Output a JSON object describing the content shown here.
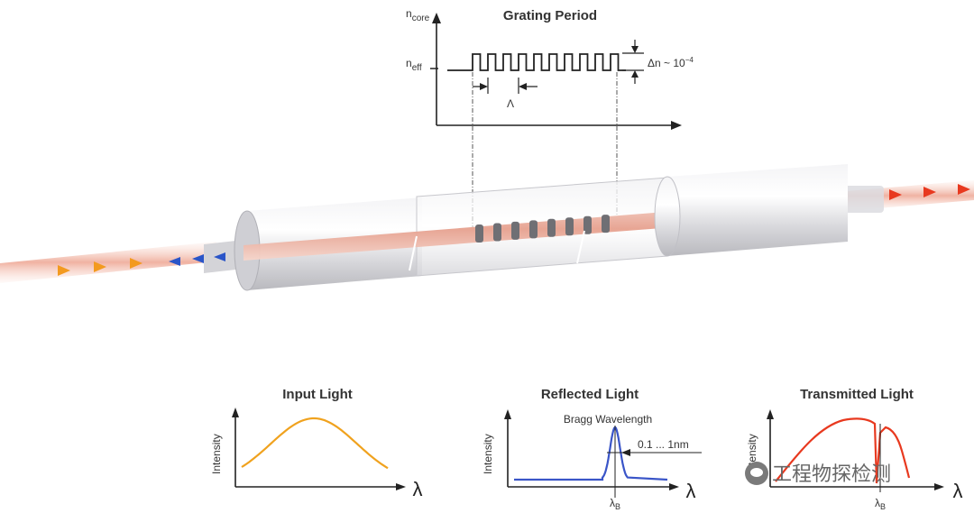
{
  "top_diagram": {
    "title": "Grating Period",
    "n_core_label": "n",
    "n_core_sub": "core",
    "n_eff_label": "n",
    "n_eff_sub": "eff",
    "delta_n_label": "Δn ~ 10",
    "delta_n_exp": "−4",
    "period_symbol": "Λ"
  },
  "fiber": {
    "core_color": "#e8a898",
    "cladding_color": "#d9d9de",
    "input_arrow_color": "#f39a1f",
    "reflected_arrow_color": "#2a55c8",
    "transmitted_arrow_color": "#e8391f"
  },
  "spectra": {
    "input": {
      "title": "Input Light",
      "ylabel": "Intensity",
      "xlabel": "λ",
      "color": "#f0a21e"
    },
    "reflected": {
      "title": "Reflected Light",
      "ylabel": "Intensity",
      "xlabel": "λ",
      "peak_label": "Bragg Wavelength",
      "bandwidth_label": "0.1 ... 1nm",
      "tick_label": "λ",
      "tick_sub": "B",
      "color": "#3a55c8"
    },
    "transmitted": {
      "title": "Transmitted Light",
      "ylabel": "Intensity",
      "xlabel": "λ",
      "tick_label": "λ",
      "tick_sub": "B",
      "color": "#e8391f"
    }
  },
  "watermark": {
    "text": "工程物探检测"
  }
}
